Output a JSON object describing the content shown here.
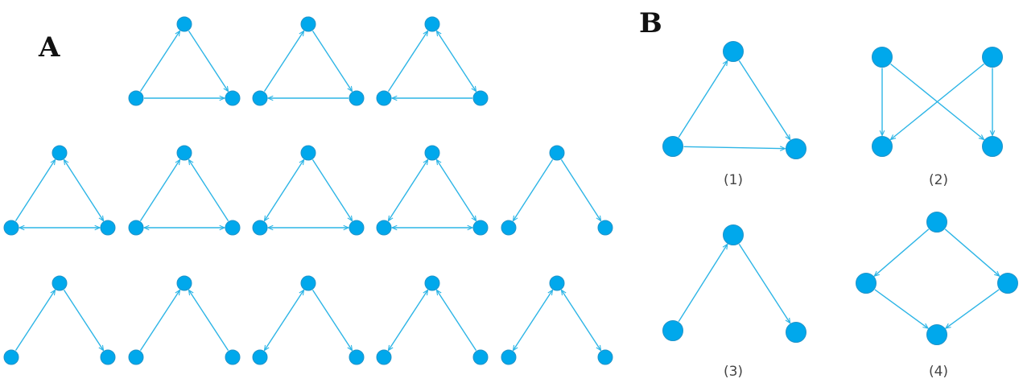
{
  "colors": {
    "node": "#00a8ec",
    "node_stroke": "#1f93c9",
    "edge": "#2db5e6"
  },
  "panels": {
    "A": {
      "label": "A",
      "motif_count": 13
    },
    "B": {
      "label": "B",
      "captions": [
        "(1)",
        "(2)",
        "(3)",
        "(4)"
      ]
    }
  },
  "motifs_A": [
    {
      "edges": [
        [
          "L",
          "T",
          "one"
        ],
        [
          "T",
          "R",
          "one"
        ],
        [
          "L",
          "R",
          "one"
        ]
      ]
    },
    {
      "edges": [
        [
          "L",
          "T",
          "one"
        ],
        [
          "T",
          "R",
          "one"
        ],
        [
          "R",
          "L",
          "one"
        ]
      ]
    },
    {
      "edges": [
        [
          "L",
          "T",
          "one"
        ],
        [
          "T",
          "R",
          "both"
        ],
        [
          "R",
          "L",
          "one"
        ]
      ]
    },
    {
      "edges": [
        [
          "L",
          "T",
          "one"
        ],
        [
          "T",
          "R",
          "both"
        ],
        [
          "L",
          "R",
          "both"
        ]
      ]
    },
    {
      "edges": [
        [
          "L",
          "T",
          "one"
        ],
        [
          "R",
          "T",
          "one"
        ],
        [
          "L",
          "R",
          "both"
        ]
      ]
    },
    {
      "edges": [
        [
          "L",
          "T",
          "both"
        ],
        [
          "T",
          "R",
          "one"
        ],
        [
          "L",
          "R",
          "both"
        ]
      ]
    },
    {
      "edges": [
        [
          "L",
          "T",
          "both"
        ],
        [
          "T",
          "R",
          "both"
        ],
        [
          "L",
          "R",
          "both"
        ]
      ]
    },
    {
      "edges": [
        [
          "T",
          "L",
          "one"
        ],
        [
          "T",
          "R",
          "one"
        ]
      ]
    },
    {
      "edges": [
        [
          "L",
          "T",
          "one"
        ],
        [
          "T",
          "R",
          "one"
        ]
      ]
    },
    {
      "edges": [
        [
          "L",
          "T",
          "one"
        ],
        [
          "R",
          "T",
          "one"
        ]
      ]
    },
    {
      "edges": [
        [
          "L",
          "T",
          "both"
        ],
        [
          "T",
          "R",
          "one"
        ]
      ]
    },
    {
      "edges": [
        [
          "L",
          "T",
          "both"
        ],
        [
          "R",
          "T",
          "one"
        ]
      ]
    },
    {
      "edges": [
        [
          "L",
          "T",
          "both"
        ],
        [
          "T",
          "R",
          "both"
        ]
      ]
    }
  ],
  "motifs_B": [
    {
      "caption": "(1)",
      "edges": [
        [
          "L",
          "T"
        ],
        [
          "T",
          "R"
        ],
        [
          "L",
          "R"
        ]
      ]
    },
    {
      "caption": "(2)",
      "edges": [
        [
          "TL",
          "BL"
        ],
        [
          "TL",
          "BR"
        ],
        [
          "TR",
          "BL"
        ],
        [
          "TR",
          "BR"
        ]
      ]
    },
    {
      "caption": "(3)",
      "edges": [
        [
          "L",
          "T"
        ],
        [
          "T",
          "R"
        ]
      ]
    },
    {
      "caption": "(4)",
      "edges": [
        [
          "T",
          "L"
        ],
        [
          "T",
          "R"
        ],
        [
          "L",
          "B"
        ],
        [
          "R",
          "B"
        ]
      ]
    }
  ]
}
